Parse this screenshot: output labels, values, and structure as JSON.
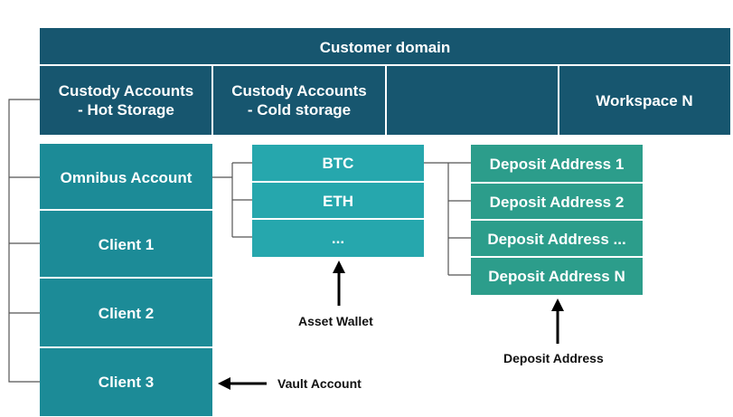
{
  "customer_domain": {
    "title": "Customer domain",
    "workspaces": [
      "Custody Accounts\n- Hot Storage",
      "Custody Accounts\n- Cold storage",
      "",
      "Workspace N"
    ]
  },
  "vault_accounts": [
    "Omnibus Account",
    "Client 1",
    "Client 2",
    "Client 3"
  ],
  "asset_wallets": [
    "BTC",
    "ETH",
    "..."
  ],
  "deposit_addresses": [
    "Deposit Address 1",
    "Deposit Address 2",
    "Deposit Address ...",
    "Deposit Address N"
  ],
  "callouts": {
    "asset_wallet": "Asset Wallet",
    "deposit_address": "Deposit Address",
    "vault_account": "Vault Account"
  },
  "colors": {
    "domain_header": "#17566f",
    "vault_account": "#1c8b97",
    "asset_wallet": "#26a7ad",
    "deposit_address": "#2c9d8b"
  }
}
